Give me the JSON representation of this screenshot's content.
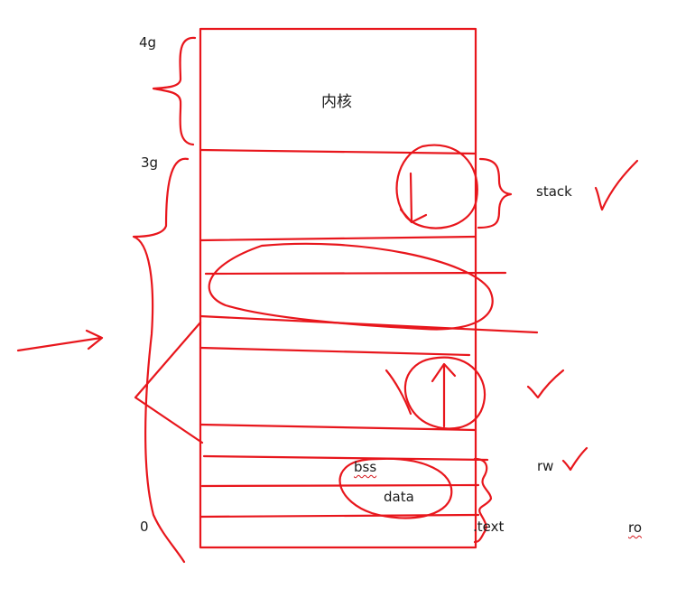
{
  "labels": {
    "addr_4g": "4g",
    "addr_3g": "3g",
    "addr_0": "0",
    "kernel": "内核",
    "stack": "stack",
    "rw": "rw",
    "bss": "bss",
    "data": "data",
    "text": ".text",
    "ro": "ro"
  },
  "colors": {
    "ink": "#e8161c",
    "text": "#1a1a1a",
    "background": "#ffffff"
  }
}
